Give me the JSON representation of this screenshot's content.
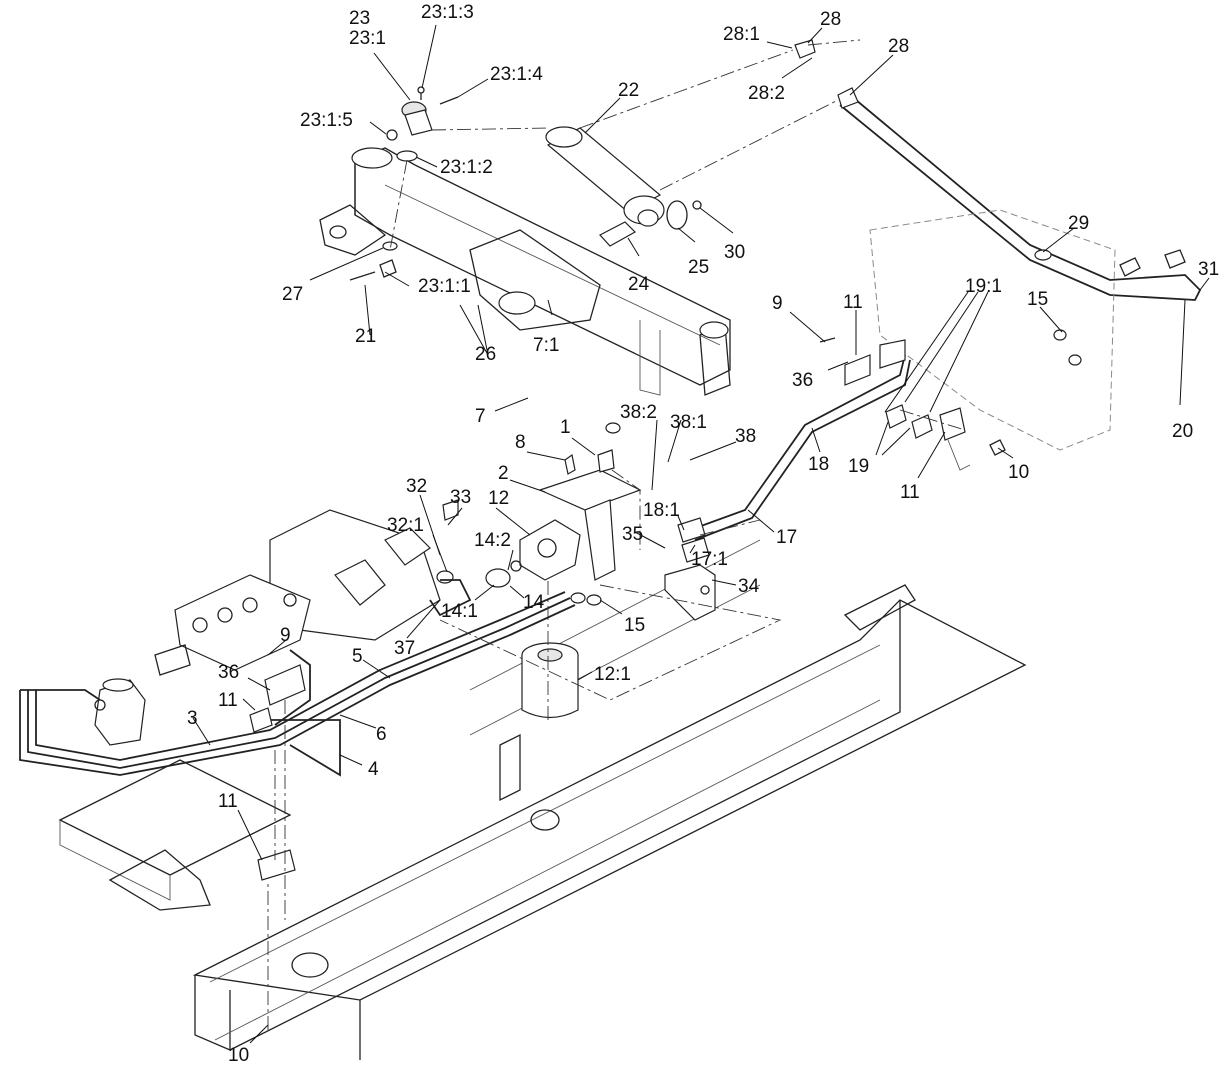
{
  "callouts": [
    {
      "id": "c-23",
      "text": "23"
    },
    {
      "id": "c-23-1",
      "text": "23:1"
    },
    {
      "id": "c-23-1-3",
      "text": "23:1:3"
    },
    {
      "id": "c-23-1-4",
      "text": "23:1:4"
    },
    {
      "id": "c-23-1-5",
      "text": "23:1:5"
    },
    {
      "id": "c-23-1-2",
      "text": "23:1:2"
    },
    {
      "id": "c-23-1-1",
      "text": "23:1:1"
    },
    {
      "id": "c-27",
      "text": "27"
    },
    {
      "id": "c-21",
      "text": "21"
    },
    {
      "id": "c-26",
      "text": "26"
    },
    {
      "id": "c-22",
      "text": "22"
    },
    {
      "id": "c-24",
      "text": "24"
    },
    {
      "id": "c-25",
      "text": "25"
    },
    {
      "id": "c-30",
      "text": "30"
    },
    {
      "id": "c-28-1",
      "text": "28:1"
    },
    {
      "id": "c-28-a",
      "text": "28"
    },
    {
      "id": "c-28-2",
      "text": "28:2"
    },
    {
      "id": "c-28-b",
      "text": "28"
    },
    {
      "id": "c-29",
      "text": "29"
    },
    {
      "id": "c-31",
      "text": "31"
    },
    {
      "id": "c-20",
      "text": "20"
    },
    {
      "id": "c-15-a",
      "text": "15"
    },
    {
      "id": "c-19-1",
      "text": "19:1"
    },
    {
      "id": "c-9-a",
      "text": "9"
    },
    {
      "id": "c-11-a",
      "text": "11"
    },
    {
      "id": "c-36-a",
      "text": "36"
    },
    {
      "id": "c-18",
      "text": "18"
    },
    {
      "id": "c-19",
      "text": "19"
    },
    {
      "id": "c-11-b",
      "text": "11"
    },
    {
      "id": "c-10-a",
      "text": "10"
    },
    {
      "id": "c-7-1",
      "text": "7:1"
    },
    {
      "id": "c-7",
      "text": "7"
    },
    {
      "id": "c-38-2",
      "text": "38:2"
    },
    {
      "id": "c-38-1",
      "text": "38:1"
    },
    {
      "id": "c-38",
      "text": "38"
    },
    {
      "id": "c-1",
      "text": "1"
    },
    {
      "id": "c-8",
      "text": "8"
    },
    {
      "id": "c-2",
      "text": "2"
    },
    {
      "id": "c-12",
      "text": "12"
    },
    {
      "id": "c-32",
      "text": "32"
    },
    {
      "id": "c-33",
      "text": "33"
    },
    {
      "id": "c-32-1",
      "text": "32:1"
    },
    {
      "id": "c-14-2",
      "text": "14:2"
    },
    {
      "id": "c-14",
      "text": "14"
    },
    {
      "id": "c-14-1",
      "text": "14:1"
    },
    {
      "id": "c-18-1",
      "text": "18:1"
    },
    {
      "id": "c-17-1",
      "text": "17:1"
    },
    {
      "id": "c-35",
      "text": "35"
    },
    {
      "id": "c-17",
      "text": "17"
    },
    {
      "id": "c-34",
      "text": "34"
    },
    {
      "id": "c-15-b",
      "text": "15"
    },
    {
      "id": "c-37",
      "text": "37"
    },
    {
      "id": "c-12-1",
      "text": "12:1"
    },
    {
      "id": "c-9-b",
      "text": "9"
    },
    {
      "id": "c-36-b",
      "text": "36"
    },
    {
      "id": "c-11-c",
      "text": "11"
    },
    {
      "id": "c-5",
      "text": "5"
    },
    {
      "id": "c-6",
      "text": "6"
    },
    {
      "id": "c-3",
      "text": "3"
    },
    {
      "id": "c-4",
      "text": "4"
    },
    {
      "id": "c-11-d",
      "text": "11"
    },
    {
      "id": "c-10-b",
      "text": "10"
    }
  ]
}
